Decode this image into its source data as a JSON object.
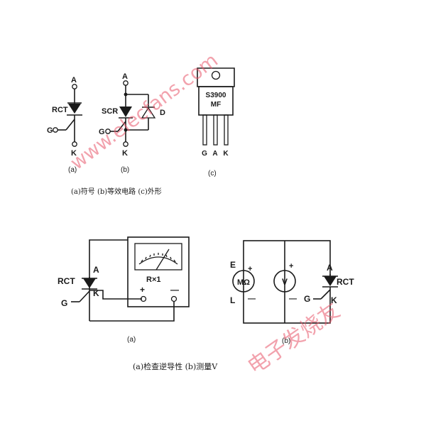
{
  "top": {
    "fig_a": {
      "rct_label": "RCT",
      "a_label": "A",
      "g_label": "G",
      "k_label": "K",
      "caption": "(a)"
    },
    "fig_b": {
      "scr_label": "SCR",
      "d_label": "D",
      "a_label": "A",
      "g_label": "G",
      "k_label": "K",
      "caption": "(b)"
    },
    "fig_c": {
      "part_line1": "S3900",
      "part_line2": "MF",
      "pin_g": "G",
      "pin_a": "A",
      "pin_k": "K",
      "caption": "(c)"
    },
    "legend": "(a)符号  (b)等效电路  (c)外形"
  },
  "bottom": {
    "fig_a": {
      "rct_label": "RCT",
      "a_label": "A",
      "g_label": "G",
      "k_label": "K",
      "meter_range": "R×1",
      "plus": "+",
      "minus": "—",
      "caption": "(a)"
    },
    "fig_b": {
      "e_label": "E",
      "l_label": "L",
      "megohm": "MΩ",
      "volt": "V",
      "plus_left": "+",
      "minus_left": "—",
      "plus_mid": "+",
      "minus_mid": "—",
      "a_label": "A",
      "rct_label": "RCT",
      "g_label": "G",
      "k_label": "K",
      "caption": "(b)"
    },
    "legend": "(a)检查逆导性  (b)测量V"
  },
  "watermark": {
    "url": "www.elecfans.com",
    "cn": "电子发烧友"
  }
}
